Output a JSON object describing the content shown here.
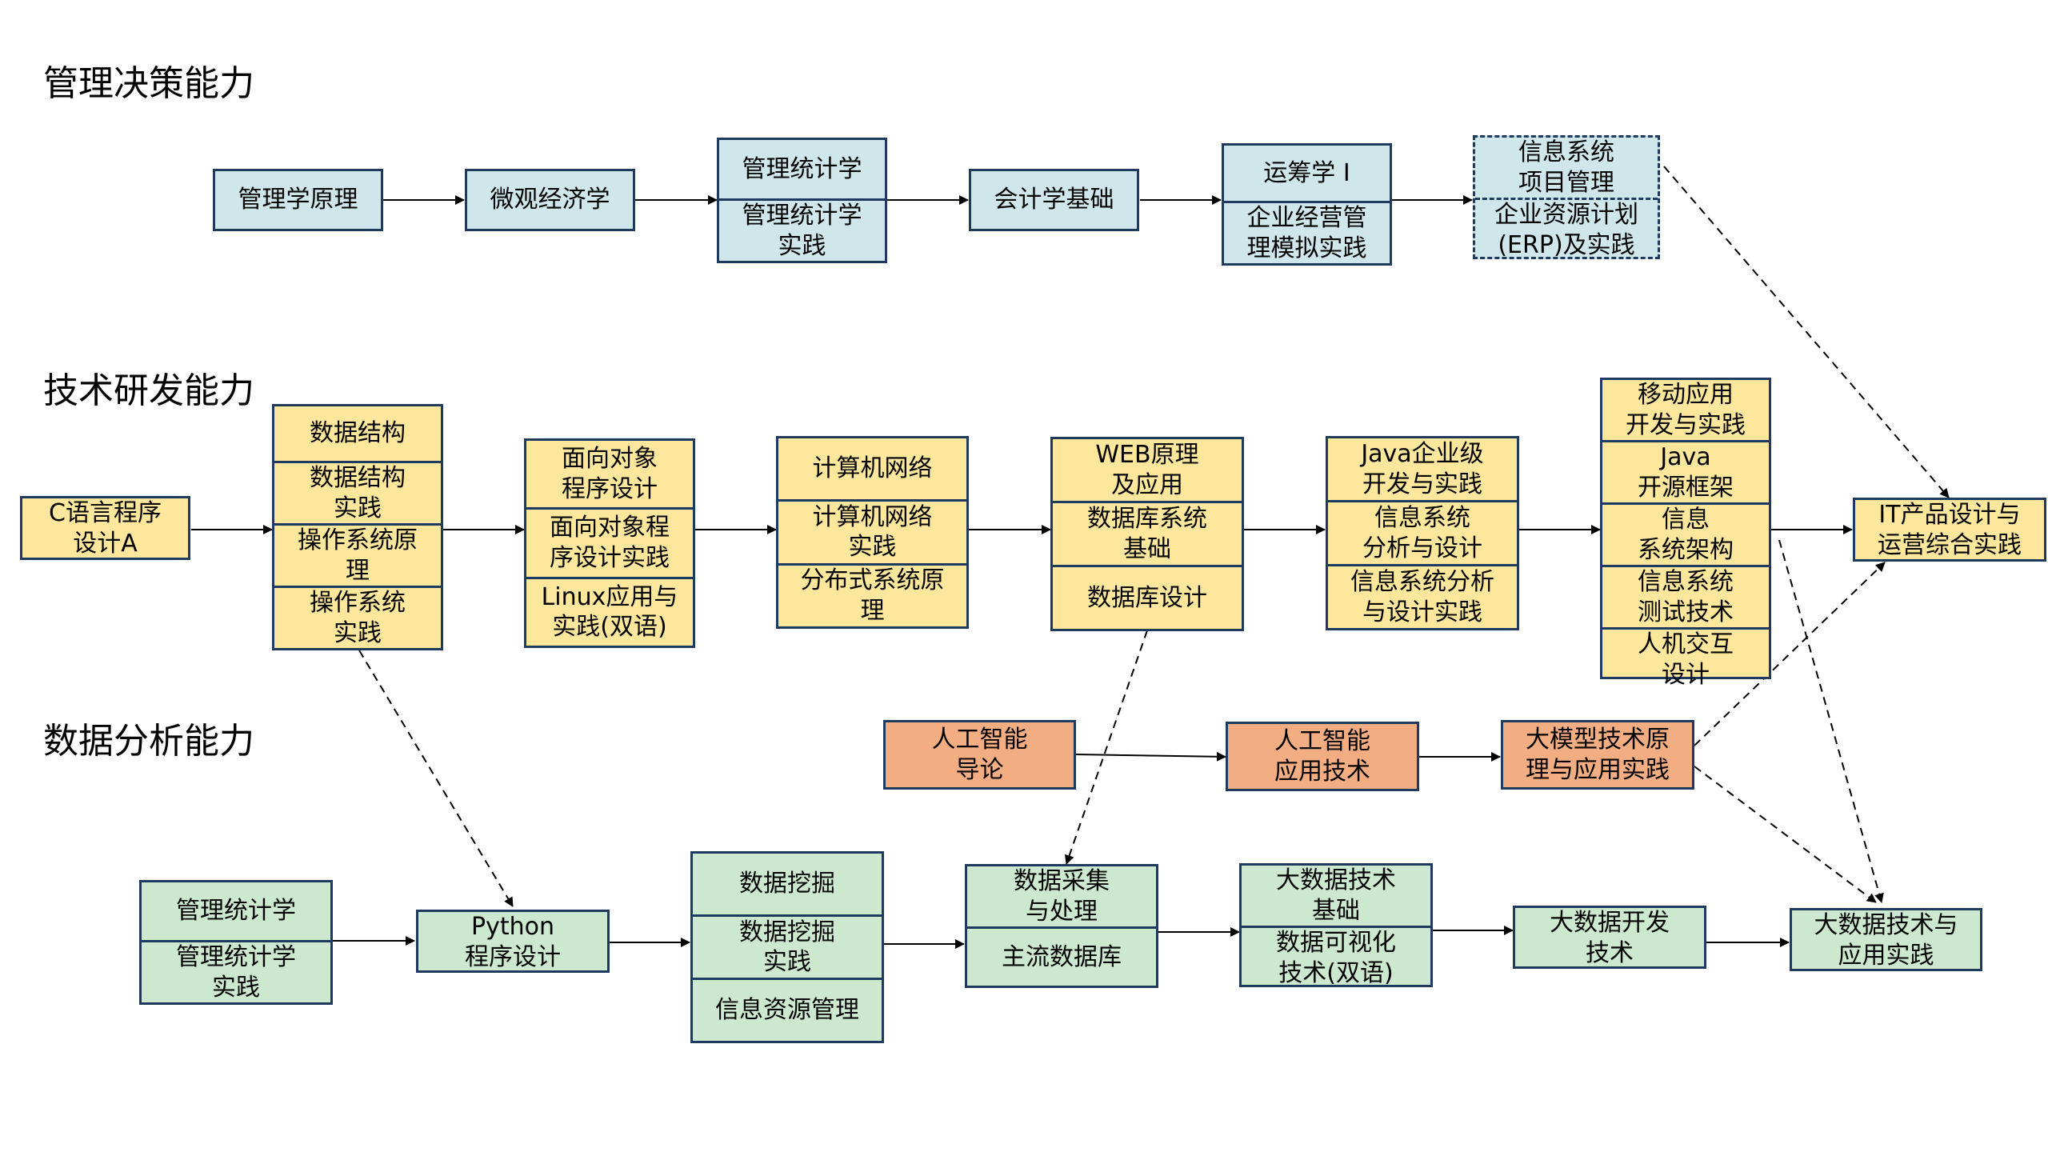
{
  "sections": {
    "management": "管理决策能力",
    "tech": "技术研发能力",
    "data": "数据分析能力"
  },
  "colors": {
    "management": "#cfe6ea",
    "tech": "#fde79c",
    "ai": "#f2ad82",
    "data": "#cce8cf",
    "border": "#1f3a5f"
  },
  "nodes": {
    "m1": [
      "管理学原理"
    ],
    "m2": [
      "微观经济学"
    ],
    "m3": [
      "管理统计学",
      "管理统计学\n实践"
    ],
    "m4": [
      "会计学基础"
    ],
    "m5": [
      "运筹学 I",
      "企业经营管\n理模拟实践"
    ],
    "m6": [
      "信息系统\n项目管理",
      "企业资源计划\n(ERP)及实践"
    ],
    "t1": [
      "C语言程序\n设计A"
    ],
    "t2": [
      "数据结构",
      "数据结构\n实践",
      "操作系统原\n理",
      "操作系统\n实践"
    ],
    "t3": [
      "面向对象\n程序设计",
      "面向对象程\n序设计实践",
      "Linux应用与\n实践(双语)"
    ],
    "t4": [
      "计算机网络",
      "计算机网络\n实践",
      "分布式系统原\n理"
    ],
    "t5": [
      "WEB原理\n及应用",
      "数据库系统\n基础",
      "数据库设计"
    ],
    "t6": [
      "Java企业级\n开发与实践",
      "信息系统\n分析与设计",
      "信息系统分析\n与设计实践"
    ],
    "t7": [
      "移动应用\n开发与实践",
      "Java\n开源框架",
      "信息\n系统架构",
      "信息系统\n测试技术",
      "人机交互\n设计"
    ],
    "t8": [
      "IT产品设计与\n运营综合实践"
    ],
    "a1": [
      "人工智能\n导论"
    ],
    "a2": [
      "人工智能\n应用技术"
    ],
    "a3": [
      "大模型技术原\n理与应用实践"
    ],
    "d1": [
      "管理统计学",
      "管理统计学\n实践"
    ],
    "d2": [
      "Python\n程序设计"
    ],
    "d3": [
      "数据挖掘",
      "数据挖掘\n实践",
      "信息资源管理"
    ],
    "d4": [
      "数据采集\n与处理",
      "主流数据库"
    ],
    "d5": [
      "大数据技术\n基础",
      "数据可视化\n技术(双语)"
    ],
    "d6": [
      "大数据开发\n技术"
    ],
    "d7": [
      "大数据技术与\n应用实践"
    ]
  }
}
